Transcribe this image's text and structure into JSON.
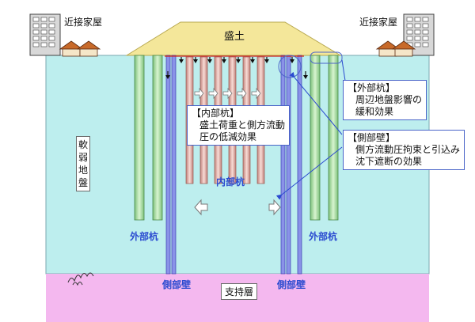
{
  "colors": {
    "ground": "#bdeeee",
    "bearing_layer": "#f4b8ef",
    "embankment": "#f4e79a",
    "outer_pile": "#a8e0a0",
    "inner_pile": "#e8b8b0",
    "side_wall": "#5a63d8",
    "callout_blue": "#2b4bd0"
  },
  "labels": {
    "building_left": "近接家屋",
    "building_right": "近接家屋",
    "embankment": "盛土",
    "soft_ground": "軟弱地盤",
    "inner_pile": "内部杭",
    "outer_pile_left": "外部杭",
    "outer_pile_right": "外部杭",
    "side_wall_left": "側部壁",
    "side_wall_right": "側部壁",
    "bearing_layer": "支持層"
  },
  "callouts": {
    "outer": {
      "title": "【外部杭】",
      "body": [
        "周辺地盤影響の",
        "緩和効果"
      ]
    },
    "inner": {
      "title": "【内部杭】",
      "body": [
        "盛土荷重と側方流動",
        "圧の低減効果"
      ]
    },
    "side": {
      "title": "【側部壁】",
      "body": [
        "側方流動圧拘束と引込み",
        "沈下遮断の効果"
      ]
    }
  },
  "icons": [
    "building-icon",
    "house-icon",
    "load-arrow-icon",
    "lateral-pressure-arrow-icon",
    "outline-arrow-icon"
  ]
}
